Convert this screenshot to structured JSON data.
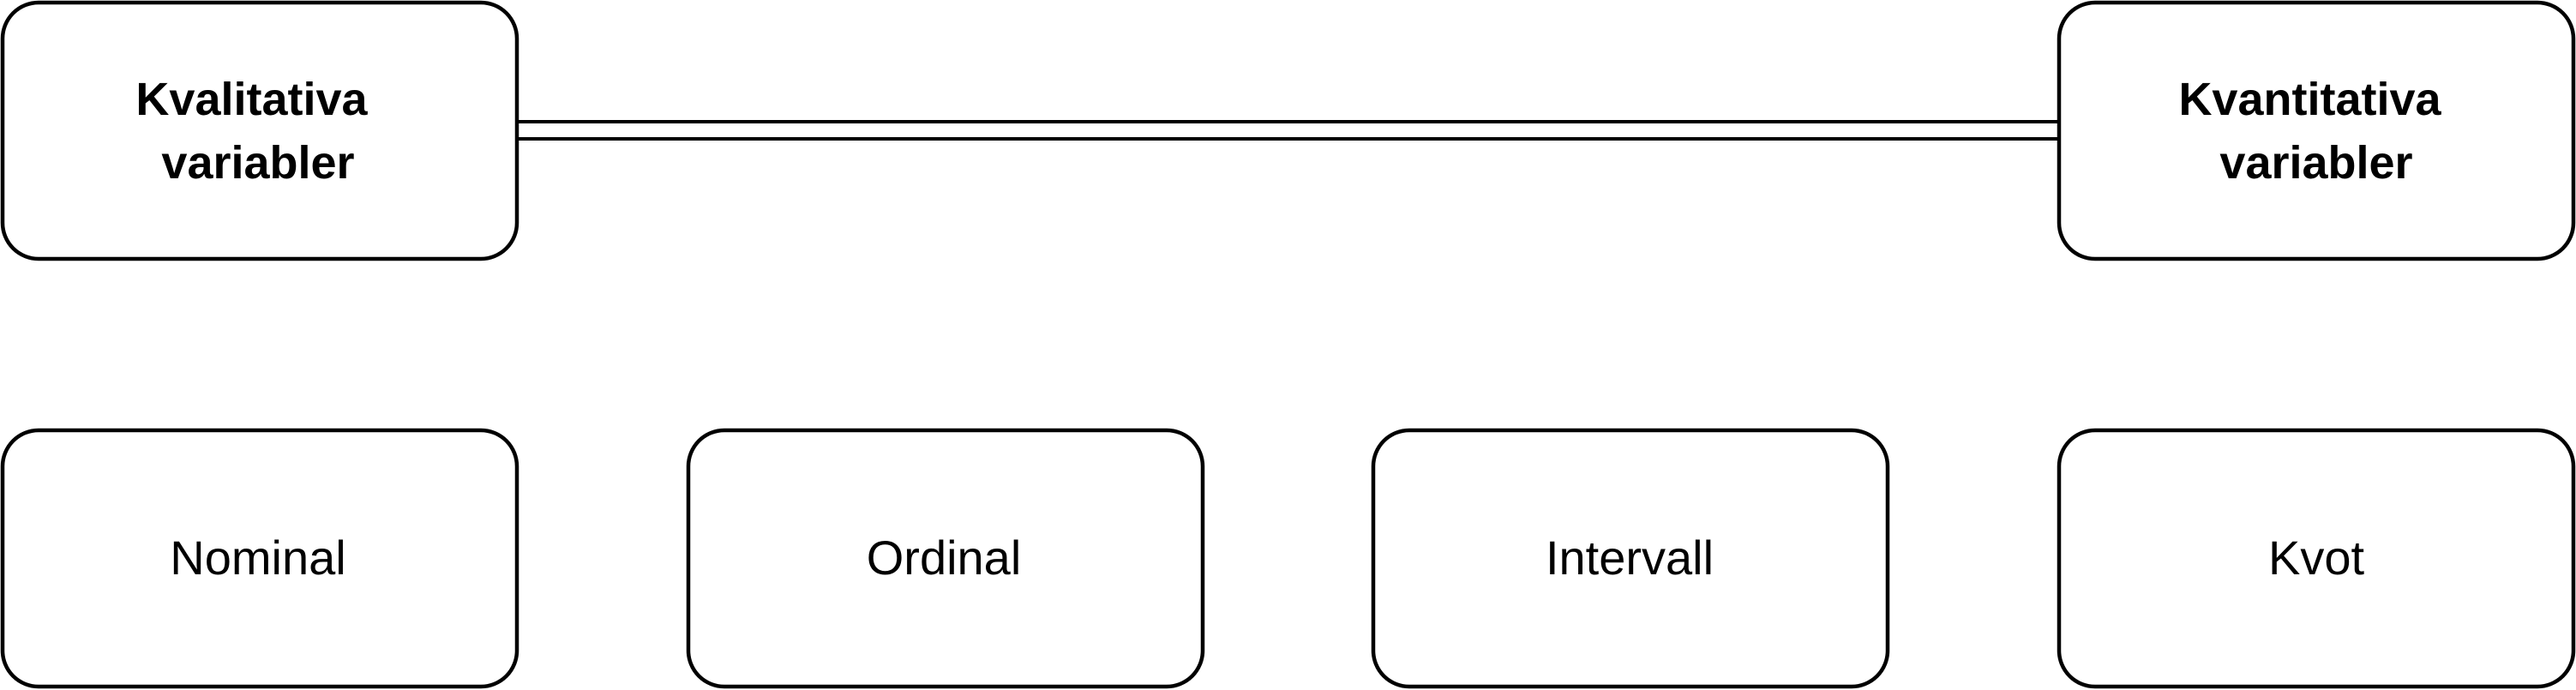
{
  "diagram": {
    "top_nodes": {
      "qualitative": {
        "line1": "Kvalitativa",
        "line2": "variabler"
      },
      "quantitative": {
        "line1": "Kvantitativa",
        "line2": "variabler"
      }
    },
    "bottom_nodes": {
      "nominal": "Nominal",
      "ordinal": "Ordinal",
      "interval": "Intervall",
      "ratio": "Kvot"
    },
    "colors": {
      "stroke": "#000000",
      "fill": "#ffffff",
      "text": "#000000"
    }
  }
}
